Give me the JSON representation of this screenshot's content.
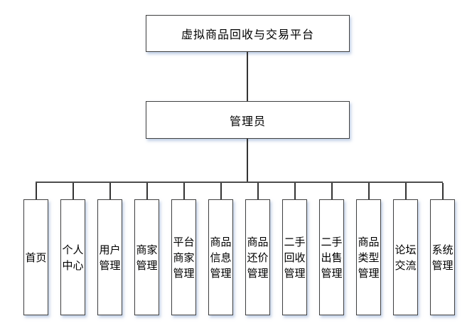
{
  "diagram": {
    "title": "虚拟商品回收与交易平台",
    "root_label": "虚拟商品回收与交易平台",
    "admin_label": "管理员",
    "children": [
      "首页",
      "个人中心",
      "用户管理",
      "商家管理",
      "平台商家管理",
      "商品信息管理",
      "商品还价管理",
      "二手回收管理",
      "二手出售管理",
      "商品类型管理",
      "论坛交流",
      "系统管理"
    ],
    "colors": {
      "line": "#404040",
      "box_border": "#404040",
      "box_fill": "#ffffff",
      "shadow_tint": "#9db3d9",
      "text": "#000000"
    }
  }
}
